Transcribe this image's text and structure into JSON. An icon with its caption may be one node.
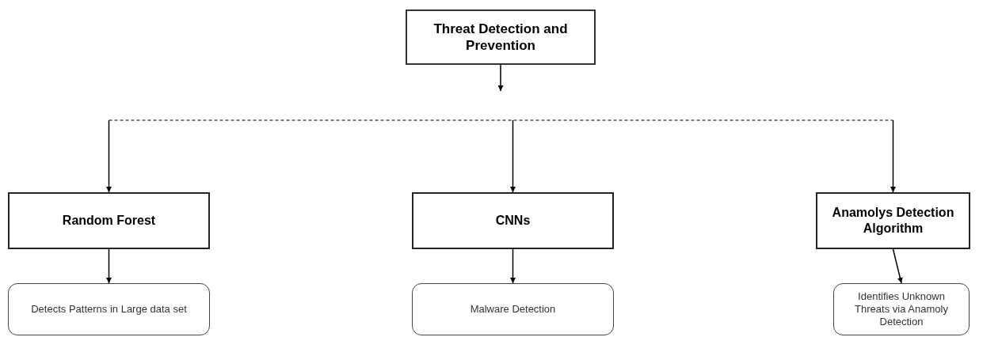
{
  "diagram": {
    "nodes": [
      {
        "text": [
          "Threat Detection and Prevention"
        ]
      },
      {
        "text": [
          "Random Forest"
        ]
      },
      {
        "text": [
          "CNNs"
        ]
      },
      {
        "text": [
          "Anamolys Detection Algorithm"
        ]
      },
      {
        "text": [
          "Detects Patterns in Large data set"
        ]
      },
      {
        "text": [
          "Malware Detection"
        ]
      },
      {
        "text": [
          "Identifies Unknown Threats via Anamoly Detection"
        ]
      }
    ],
    "edges": [
      {
        "from": 0,
        "to": null,
        "arrow": "to"
      },
      {
        "from": null,
        "to": 1,
        "arrow": "to"
      },
      {
        "from": null,
        "to": 2,
        "arrow": "to"
      },
      {
        "from": null,
        "to": 3,
        "arrow": "to"
      },
      {
        "from": 1,
        "to": 4,
        "arrow": "to"
      },
      {
        "from": 2,
        "to": 5,
        "arrow": "to"
      },
      {
        "from": 3,
        "to": 6,
        "arrow": "to"
      }
    ]
  }
}
